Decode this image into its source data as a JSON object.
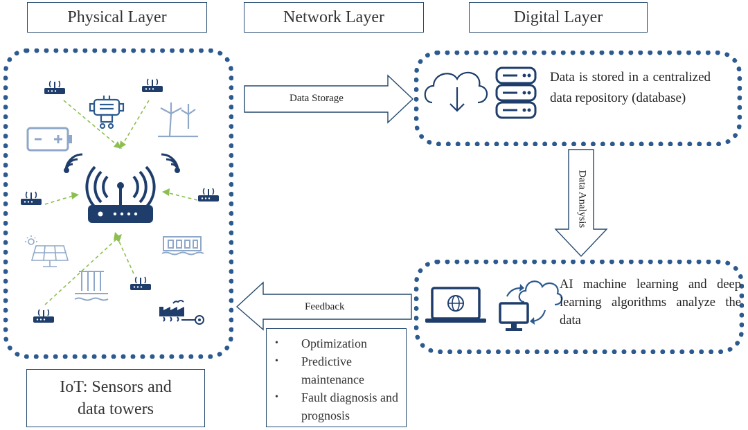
{
  "headers": {
    "physical": "Physical Layer",
    "network": "Network Layer",
    "digital": "Digital Layer"
  },
  "storage": {
    "arrow_label": "Data Storage",
    "description": "Data is stored in a centralized data repository (database)"
  },
  "analysis": {
    "arrow_label": "Data Analysis",
    "description": "AI machine learning and deep learning algorithms analyze the data"
  },
  "feedback": {
    "arrow_label": "Feedback",
    "outcomes": [
      "Optimization",
      "Predictive maintenance",
      "Fault diagnosis and prognosis"
    ]
  },
  "iot": {
    "line1": "IoT: Sensors and",
    "line2": "data towers"
  },
  "colors": {
    "frame": "#2c5a8e",
    "icon_dark": "#1e3d6b",
    "icon_light": "#8fa8c9",
    "connector": "#8cbf4f"
  }
}
